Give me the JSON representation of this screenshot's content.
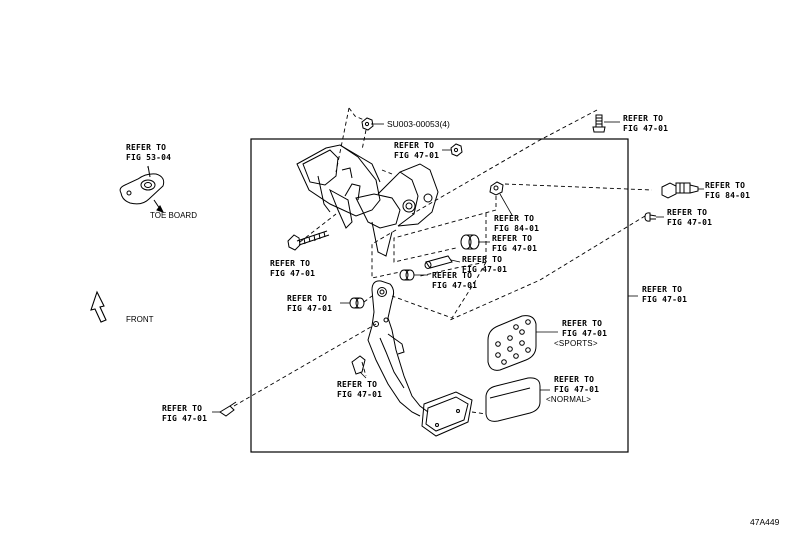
{
  "callouts": {
    "fig5304": [
      "REFER TO",
      "FIG 53-04"
    ],
    "toe_board": "TOE BOARD",
    "front": "FRONT",
    "su003": "SU003-00053(4)",
    "top_nut": [
      "REFER TO",
      "FIG 47-01"
    ],
    "top_right_bolt": [
      "REFER TO",
      "FIG 47-01"
    ],
    "switch_8401": [
      "REFER TO",
      "FIG 84-01"
    ],
    "pin_right": [
      "REFER TO",
      "FIG 47-01"
    ],
    "pad_8401": [
      "REFER TO",
      "FIG 84-01"
    ],
    "bushing_upper": [
      "REFER TO",
      "FIG 47-01"
    ],
    "sleeve": [
      "REFER TO",
      "FIG 47-01"
    ],
    "bushing_lower": [
      "REFER TO",
      "FIG 47-01"
    ],
    "left_bolt": [
      "REFER TO",
      "FIG 47-01"
    ],
    "left_bushing": [
      "REFER TO",
      "FIG 47-01"
    ],
    "frame_right": [
      "REFER TO",
      "FIG 47-01"
    ],
    "sports_pad": [
      "REFER TO",
      "FIG 47-01",
      "<SPORTS>"
    ],
    "stopper": [
      "REFER TO",
      "FIG 47-01"
    ],
    "normal_pad": [
      "REFER TO",
      "FIG 47-01",
      "<NORMAL>"
    ],
    "bottom_pin": [
      "REFER TO",
      "FIG 47-01"
    ]
  },
  "diagram_code": "47A449"
}
